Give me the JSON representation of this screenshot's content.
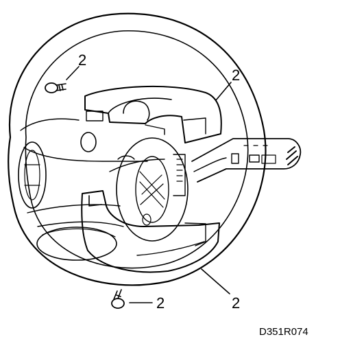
{
  "callouts": {
    "top_left_screw": "2",
    "upper_shroud": "2",
    "bottom_screw": "2",
    "lower_shroud": "2"
  },
  "figure_code": "D351R074"
}
